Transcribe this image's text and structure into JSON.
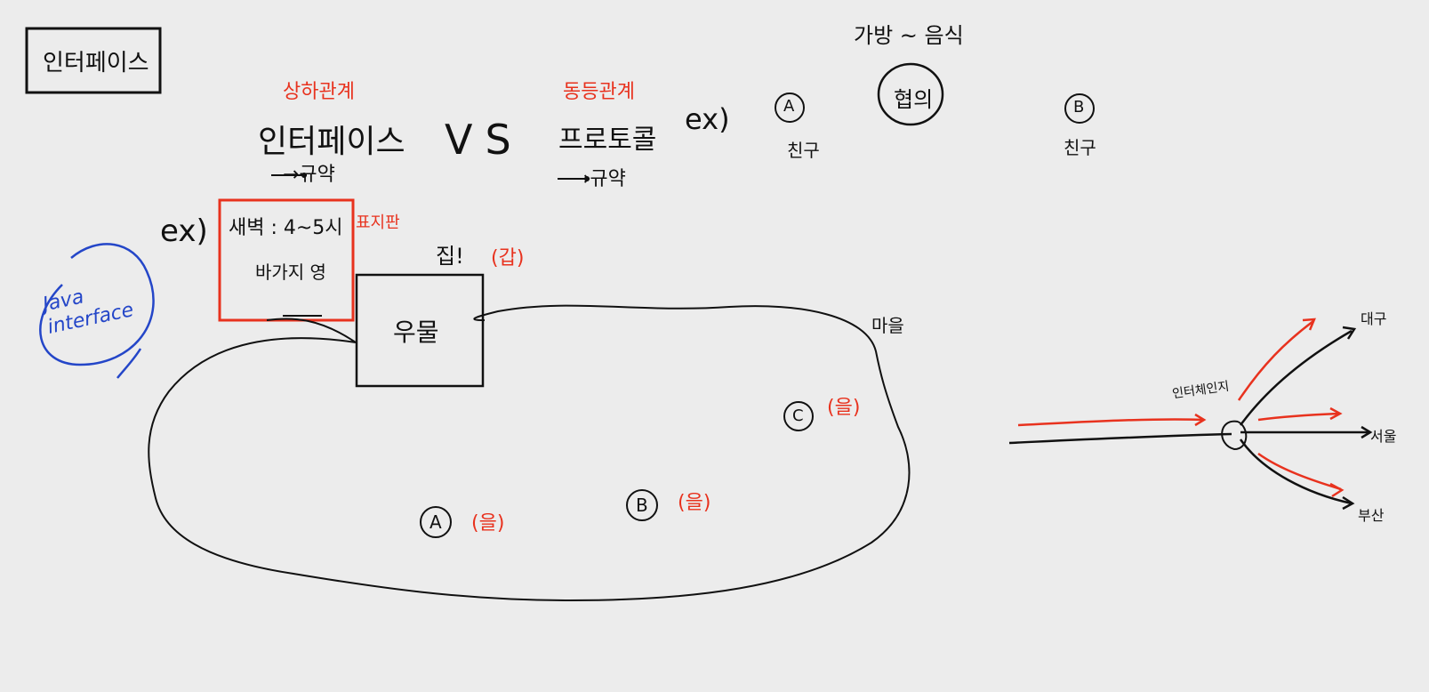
{
  "colors": {
    "ink": "#111111",
    "accent_red": "#e8321e",
    "accent_blue": "#2446c8",
    "board": "#ececec"
  },
  "title_box": "인터페이스",
  "comparison": {
    "left_tag": "상하관계",
    "left_term": "인터페이스",
    "left_arrow_note": "→규약",
    "vs": "VS",
    "right_tag": "동등관계",
    "right_term": "프로토콜",
    "right_arrow_note": "→규약"
  },
  "protocol_example": {
    "ex": "ex)",
    "top_note": "가방 ~ 음식",
    "friend_a_mark": "A",
    "friend_a_label": "친구",
    "agreement": "협의",
    "friend_b_mark": "B",
    "friend_b_label": "친구"
  },
  "village_example": {
    "ex": "ex)",
    "java_note": "Java interface",
    "sign_line1": "새벽 : 4~5시",
    "sign_line2": "바가지 영",
    "sign_tag": "표지판",
    "house_note": "집!",
    "house_tag": "(갑)",
    "well": "우물",
    "village": "마을",
    "resident_a": "A",
    "resident_a_tag": "(을)",
    "resident_b": "B",
    "resident_b_tag": "(을)",
    "resident_c": "C",
    "resident_c_tag": "(을)"
  },
  "interchange": {
    "label": "인터체인지",
    "dest_1": "대구",
    "dest_2": "서울",
    "dest_3": "부산"
  }
}
